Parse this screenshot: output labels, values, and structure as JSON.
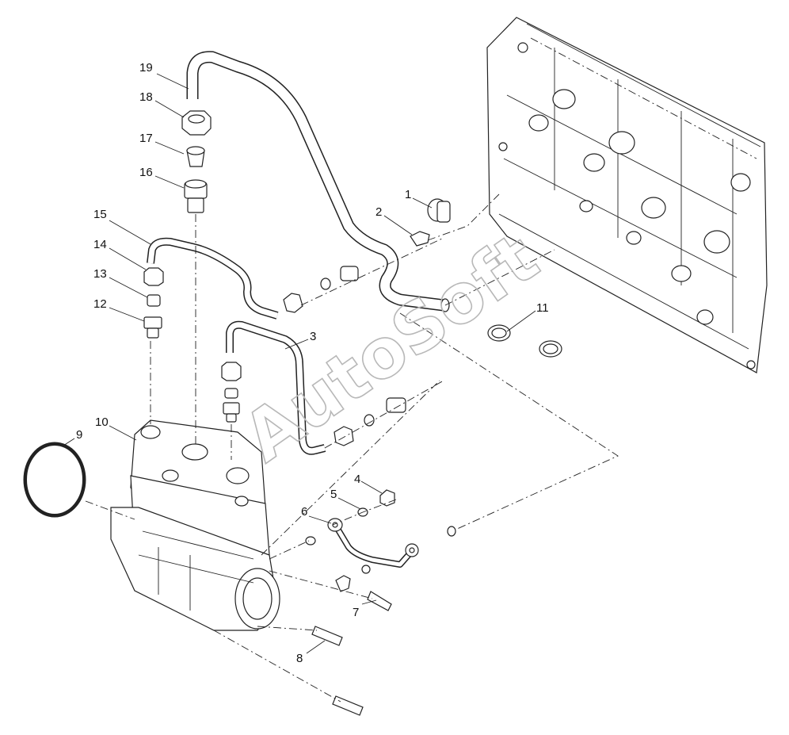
{
  "diagram": {
    "watermark": "AutoSoft",
    "callouts": [
      "1",
      "2",
      "3",
      "4",
      "5",
      "6",
      "7",
      "8",
      "9",
      "10",
      "11",
      "12",
      "13",
      "14",
      "15",
      "16",
      "17",
      "18",
      "19"
    ]
  }
}
